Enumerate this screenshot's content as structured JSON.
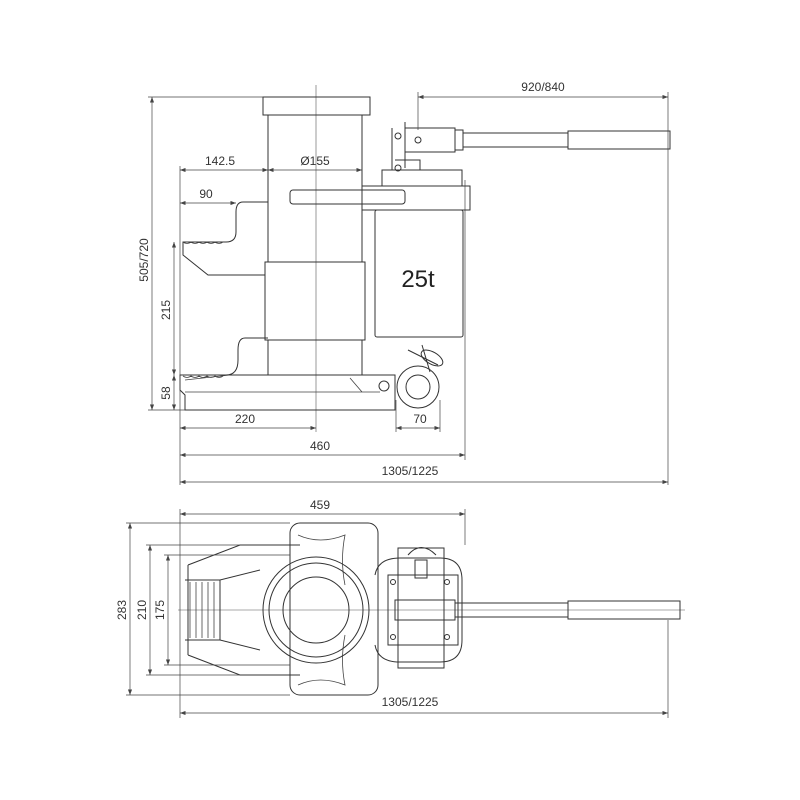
{
  "side_view": {
    "capacity_label": "25t",
    "dims": {
      "handle_length": "920/840",
      "height": "505/720",
      "toe_offset": "142.5",
      "ram_diameter": "Ø155",
      "toe_depth": "90",
      "toe_lift": "215",
      "toe_height": "58",
      "toe_to_center": "220",
      "wheel": "70",
      "base_length": "460",
      "overall_length": "1305/1225"
    }
  },
  "top_view": {
    "dims": {
      "body_length": "459",
      "width_overall": "283",
      "width_base": "210",
      "width_toe": "175",
      "overall_length": "1305/1225"
    }
  }
}
